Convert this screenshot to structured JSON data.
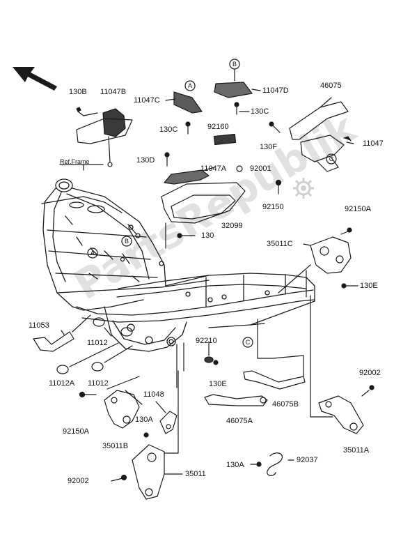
{
  "watermark": "PartsRepublik",
  "frame_ref": "Ref.Frame",
  "markers": {
    "a": "A",
    "b": "B",
    "c": "C"
  },
  "labels": {
    "p130b": "130B",
    "p11047b": "11047B",
    "p11047c": "11047C",
    "p11047d": "11047D",
    "p130c_left": "130C",
    "p130c_right": "130C",
    "p92160": "92160",
    "p46075": "46075",
    "p130f": "130F",
    "p11047": "11047",
    "p130d": "130D",
    "p11047a": "11047A",
    "p92001": "92001",
    "p92150": "92150",
    "p92150a_top": "92150A",
    "p32099": "32099",
    "p130": "130",
    "p35011c": "35011C",
    "p130e_right": "130E",
    "p11053": "11053",
    "p11012_top": "11012",
    "p92210": "92210",
    "p130e_bottom": "130E",
    "p11012a": "11012A",
    "p11012_bottom": "11012",
    "p46075b": "46075B",
    "p92002_right": "92002",
    "p11048": "11048",
    "p130a_left": "130A",
    "p46075a": "46075A",
    "p92150a_bottom": "92150A",
    "p35011b": "35011B",
    "p35011a": "35011A",
    "p130a_bottom": "130A",
    "p92037": "92037",
    "p35011": "35011",
    "p92002_left": "92002"
  },
  "colors": {
    "line": "#1a1a1a",
    "fill_dark": "#3a3a3a",
    "watermark": "#d7d7d7"
  }
}
